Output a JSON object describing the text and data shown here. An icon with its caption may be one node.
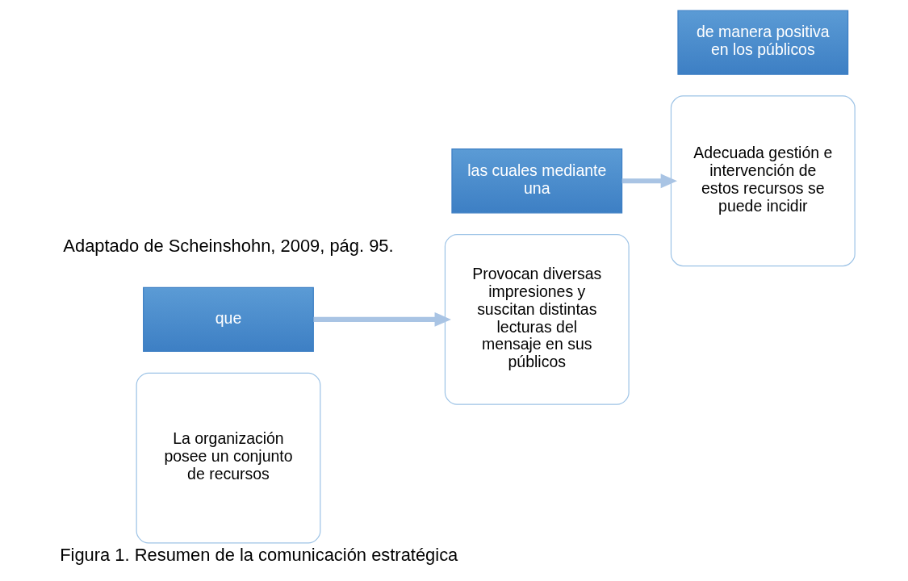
{
  "diagram": {
    "caption": "Figura 1. Resumen de la comunicación estratégica",
    "nodes": [
      {
        "text": [
          "La organización posee un conjunto de recursos"
        ]
      },
      {
        "text": [
          "que"
        ]
      },
      {
        "text": [
          "Provocan diversas impresiones y suscitan distintas lecturas del mensaje en sus públicos"
        ]
      },
      {
        "text": [
          "las cuales mediante una"
        ]
      },
      {
        "text": [
          "Adecuada gestión e intervención de estos recursos se puede incidir"
        ]
      },
      {
        "text": [
          "de manera positiva en los públicos"
        ]
      }
    ],
    "edges": [
      {
        "from": 1,
        "to": 2,
        "arrow": "to"
      },
      {
        "from": 3,
        "to": 4,
        "arrow": "to"
      }
    ],
    "labels": [
      "Adaptado de Scheinshohn, 2009, pág. 95."
    ]
  }
}
